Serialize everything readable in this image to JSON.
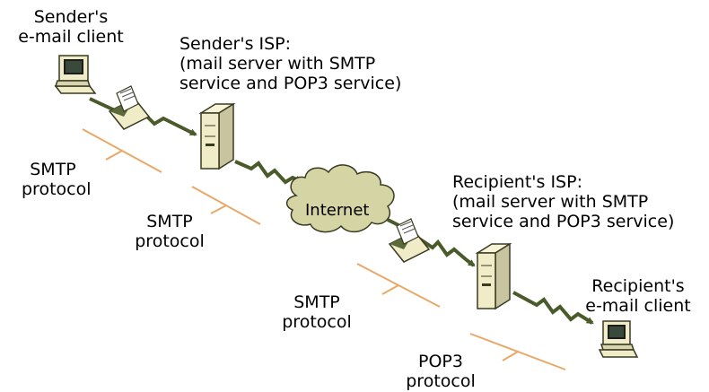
{
  "nodes": {
    "sender_client": {
      "label_lines": [
        "Sender's",
        "e-mail client"
      ]
    },
    "sender_isp": {
      "label_lines": [
        "Sender's ISP:",
        "(mail server with SMTP",
        "service and POP3 service)"
      ]
    },
    "internet": {
      "label": "Internet"
    },
    "recipient_isp": {
      "label_lines": [
        "Recipient's ISP:",
        "(mail server with SMTP",
        "service and POP3 service)"
      ]
    },
    "recipient_client": {
      "label_lines": [
        "Recipient's",
        "e-mail client"
      ]
    }
  },
  "protocols": [
    {
      "lines": [
        "SMTP",
        "protocol"
      ]
    },
    {
      "lines": [
        "SMTP",
        "protocol"
      ]
    },
    {
      "lines": [
        "SMTP",
        "protocol"
      ]
    },
    {
      "lines": [
        "POP3",
        "protocol"
      ]
    }
  ],
  "colors": {
    "arrow": "#4a5a2a",
    "bracket": "#e8a868",
    "server_fill": "#f0ecc8",
    "cloud_fill": "#d4d4a4",
    "envelope_flap": "#5a6a3a"
  }
}
